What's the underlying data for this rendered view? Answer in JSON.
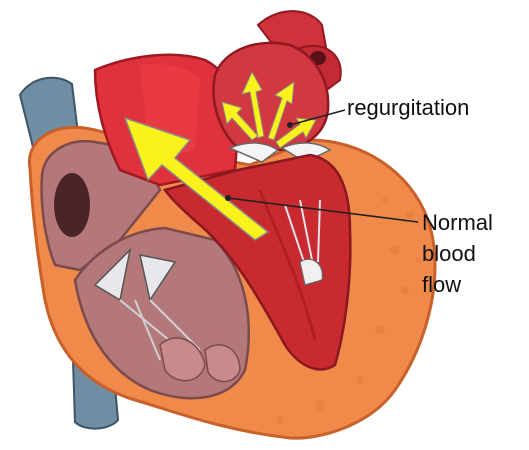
{
  "labels": {
    "regurgitation": "regurgitation",
    "normal_line1": "Normal",
    "normal_line2": "blood",
    "normal_line3": "flow"
  },
  "colors": {
    "vessel_blue": "#6f8ea4",
    "vessel_blue_dark": "#3d5567",
    "muscle_orange": "#f08a4a",
    "muscle_orange_dark": "#c8602a",
    "chamber_pink": "#b4787a",
    "chamber_pink_dark": "#7a4a4c",
    "aorta_red": "#e0323c",
    "aorta_red_dark": "#a01820",
    "ventricle_red": "#c82a30",
    "arrow_yellow": "#fbf21c",
    "leader_line": "#222222",
    "text": "#111111"
  }
}
